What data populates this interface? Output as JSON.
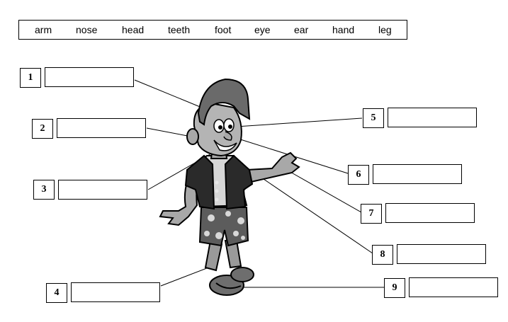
{
  "word_bank": [
    "arm",
    "nose",
    "head",
    "teeth",
    "foot",
    "eye",
    "ear",
    "hand",
    "leg"
  ],
  "labels": [
    {
      "number": "1",
      "answer": ""
    },
    {
      "number": "2",
      "answer": ""
    },
    {
      "number": "3",
      "answer": ""
    },
    {
      "number": "4",
      "answer": ""
    },
    {
      "number": "5",
      "answer": ""
    },
    {
      "number": "6",
      "answer": ""
    },
    {
      "number": "7",
      "answer": ""
    },
    {
      "number": "8",
      "answer": ""
    },
    {
      "number": "9",
      "answer": ""
    }
  ]
}
